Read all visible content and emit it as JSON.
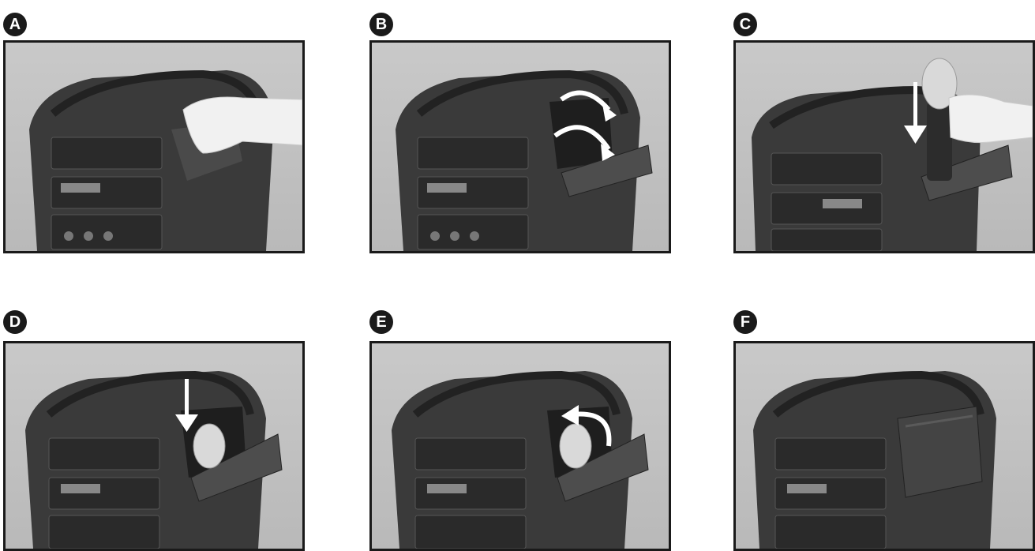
{
  "steps": [
    {
      "letter": "A",
      "scene": "hand-on-lid"
    },
    {
      "letter": "B",
      "scene": "lid-open-rotate"
    },
    {
      "letter": "C",
      "scene": "insert-microphone"
    },
    {
      "letter": "D",
      "scene": "mic-in-holder"
    },
    {
      "letter": "E",
      "scene": "close-lid"
    },
    {
      "letter": "F",
      "scene": "lid-closed"
    }
  ],
  "colors": {
    "badge": "#1a1a1a",
    "frame": "#1a1a1a",
    "backdrop": "#c4c4c4",
    "speaker_body": "#3a3a3a",
    "arrow": "#ffffff"
  },
  "icons": {
    "arrow_down": "down-arrow-icon",
    "arrow_rotate": "rotate-arrow-icon"
  }
}
